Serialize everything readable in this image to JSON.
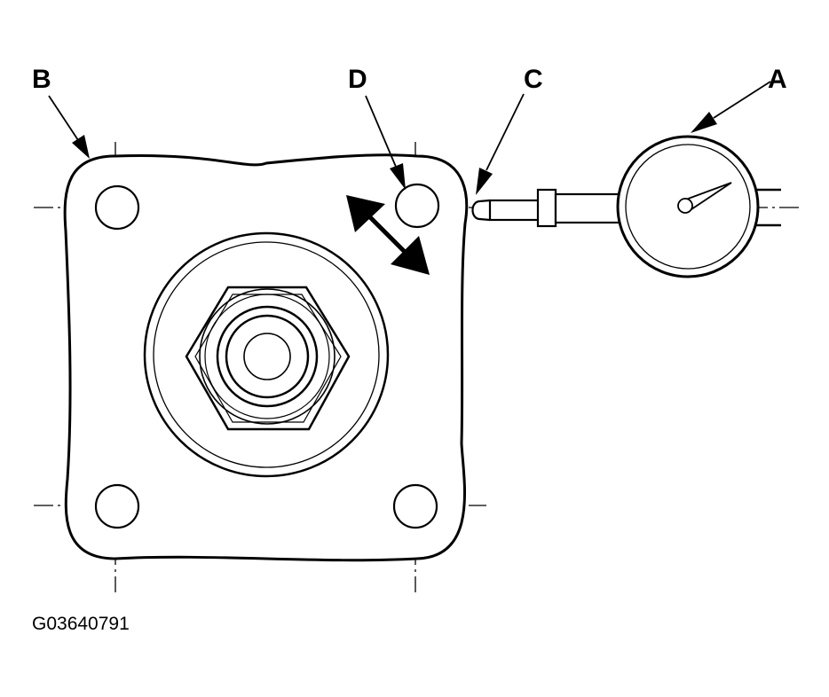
{
  "callouts": {
    "a": "A",
    "b": "B",
    "c": "C",
    "d": "D"
  },
  "figure_id": "G03640791",
  "colors": {
    "ink": "#000000",
    "paper": "#ffffff"
  }
}
